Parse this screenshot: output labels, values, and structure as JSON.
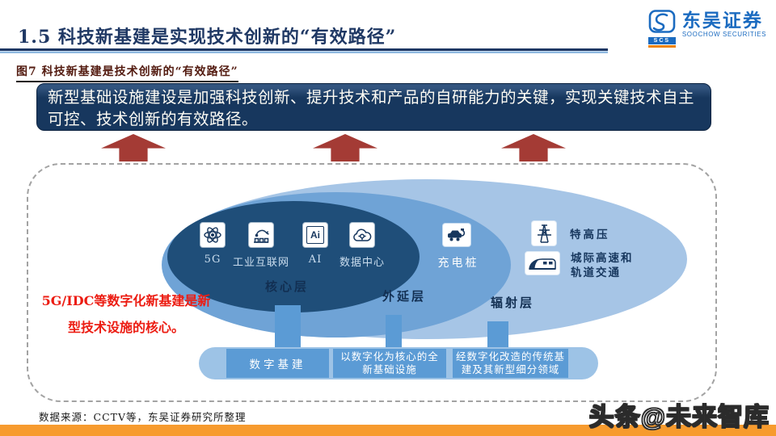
{
  "header": {
    "title": "1.5 科技新基建是实现技术创新的“有效路径”",
    "logo": {
      "cn": "东吴证券",
      "en": "SOOCHOW SECURITIES",
      "abbr": "SCS"
    }
  },
  "caption": "图7 科技新基建是技术创新的“有效路径”",
  "highlight": {
    "text": "新型基础设施建设是加强科技创新、提升技术和产品的自研能力的关键，实现关键技术自主可控、技术创新的有效路径。"
  },
  "note": {
    "line1": "5G/IDC等数字化新基建是新",
    "line2": "型技术设施的核心。"
  },
  "diagram": {
    "core": {
      "layer_label": "核心层",
      "items": [
        {
          "icon": "atom-icon",
          "label": "5G"
        },
        {
          "icon": "industrial-internet-icon",
          "label": "工业互联网"
        },
        {
          "icon": "ai-icon",
          "icon_text": "Ai",
          "label": "AI"
        },
        {
          "icon": "data-center-cloud-icon",
          "label": "数据中心"
        }
      ]
    },
    "extension": {
      "layer_label": "外延层",
      "items": [
        {
          "icon": "ev-charger-icon",
          "label": "充电桩"
        }
      ]
    },
    "radiation": {
      "layer_label": "辐射层",
      "items": [
        {
          "icon": "power-tower-icon",
          "label": "特高压"
        },
        {
          "icon": "high-speed-train-icon",
          "label_line1": "城际高速和",
          "label_line2": "轨道交通"
        }
      ]
    },
    "bottom": {
      "box1": "数字基建",
      "box2_line1": "以数字化为核心的全",
      "box2_line2": "新基础设施",
      "box3_line1": "经数字化改造的传统基",
      "box3_line2": "建及其新型细分领域"
    }
  },
  "footer": {
    "source": "数据来源：CCTV等，东吴证券研究所整理",
    "watermark": "头条@未来智库"
  },
  "colors": {
    "title_navy": "#1F3864",
    "box_navy": "#17375E",
    "arrow_red": "#A43B35",
    "note_red": "#EC1C12",
    "radiation_blue": "#A6C5E6",
    "extension_blue": "#6FA3D6",
    "core_blue": "#1F4E79",
    "bottom_box_blue": "#5B9BD5",
    "pill_blue": "#9DC3E6",
    "footer_orange": "#F79B2E",
    "logo_blue": "#1B6BC0"
  }
}
